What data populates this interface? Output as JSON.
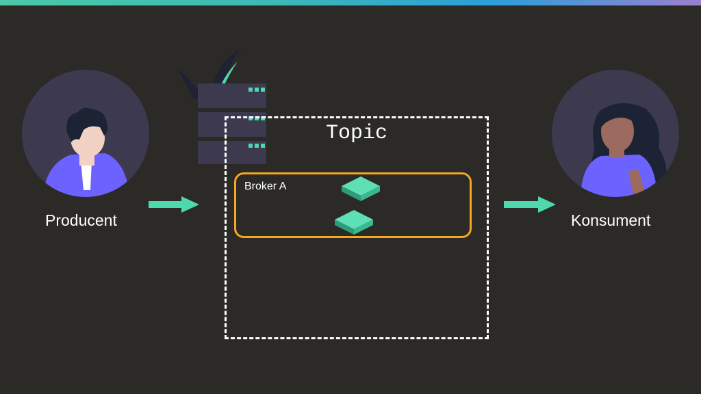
{
  "colors": {
    "background": "#2b2a27",
    "accent": "#4dd9ad",
    "broker_border": "#f5a623",
    "avatar_bg": "#3d3a50",
    "person_shirt": "#6c63ff"
  },
  "diagram": {
    "producer": {
      "label": "Producent",
      "icon": "person-icon"
    },
    "consumer": {
      "label": "Konsument",
      "icon": "person-icon"
    },
    "topic": {
      "label": "Topic"
    },
    "broker": {
      "label": "Broker A"
    },
    "server": {
      "icon": "server-icon"
    },
    "partitions": [
      {
        "icon": "partition-icon"
      },
      {
        "icon": "partition-icon"
      }
    ]
  }
}
